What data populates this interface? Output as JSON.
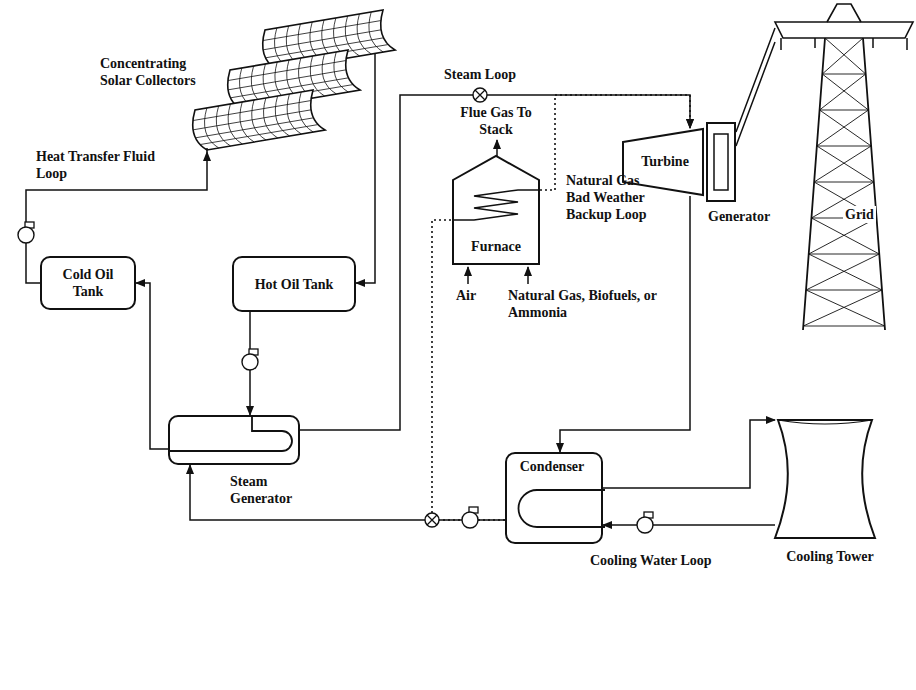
{
  "diagram": {
    "nodes": [
      {
        "text": [
          "Concentrating Solar Collectors"
        ]
      },
      {
        "text": [
          "Cold Oil Tank"
        ]
      },
      {
        "text": [
          "Hot Oil Tank"
        ]
      },
      {
        "text": [
          "Steam Generator"
        ]
      },
      {
        "text": [
          "Furnace"
        ]
      },
      {
        "text": [
          "Turbine"
        ]
      },
      {
        "text": [
          "Generator"
        ]
      },
      {
        "text": [
          "Grid"
        ]
      },
      {
        "text": [
          "Condenser"
        ]
      },
      {
        "text": [
          "Cooling Tower"
        ]
      }
    ],
    "edges": [
      {
        "from": 1,
        "to": 0,
        "arrow": "to"
      },
      {
        "from": 0,
        "to": 2,
        "arrow": "to"
      },
      {
        "from": 2,
        "to": 3,
        "arrow": "to"
      },
      {
        "from": 3,
        "to": 1,
        "arrow": "to"
      },
      {
        "from": 3,
        "to": 5,
        "arrow": "to"
      },
      {
        "from": 5,
        "to": 8,
        "arrow": "to"
      },
      {
        "from": 8,
        "to": 3,
        "arrow": "to"
      },
      {
        "from": 9,
        "to": 8,
        "arrow": "to"
      },
      {
        "from": 8,
        "to": 9,
        "arrow": "to"
      },
      {
        "from": 8,
        "to": 4,
        "arrow": "none"
      },
      {
        "from": 4,
        "to": 5,
        "arrow": "to"
      },
      {
        "from": 6,
        "to": 7,
        "arrow": "none"
      }
    ],
    "labels": [
      "Heat Transfer Fluid Loop",
      "Steam Loop",
      "Flue Gas To Stack",
      "Natural Gas Bad Weather Backup Loop",
      "Air",
      "Natural Gas, Biofuels, or Ammonia",
      "Cooling Water Loop"
    ]
  }
}
